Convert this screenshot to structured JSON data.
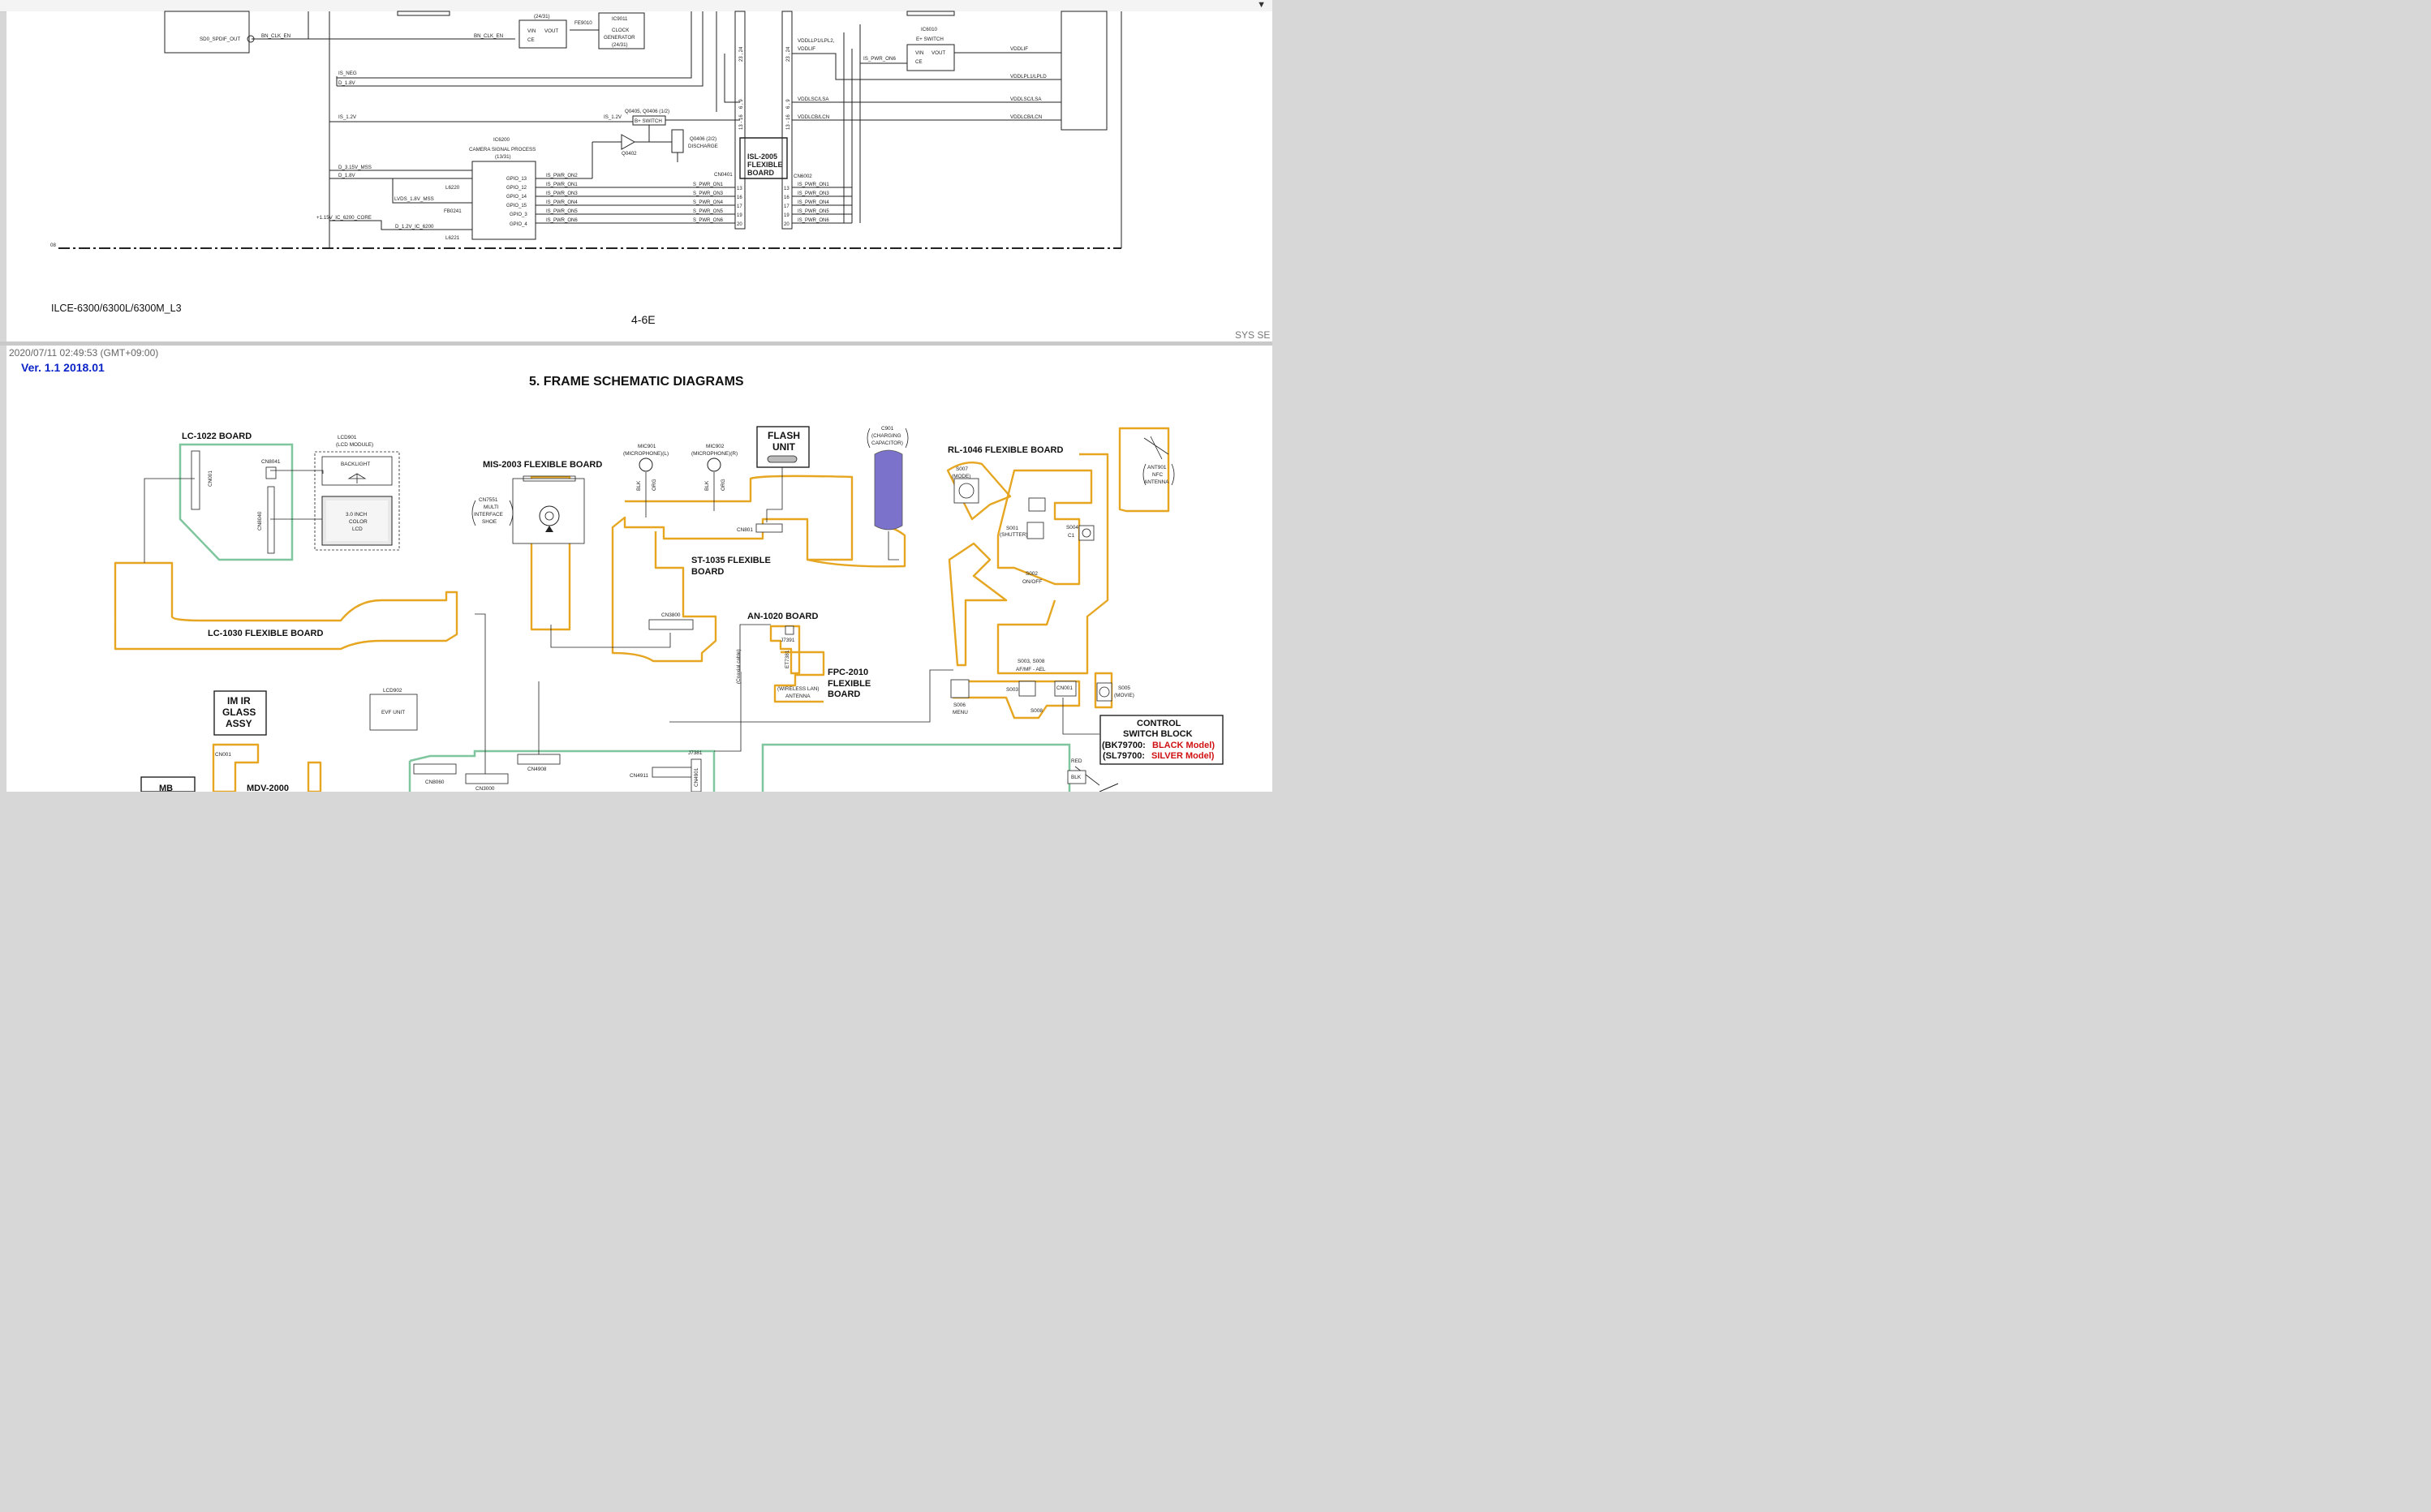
{
  "viewer": {
    "timestamp": "2020/07/11 02:49:53 (GMT+09:00)",
    "version": "Ver. 1.1 2018.01",
    "header_clip": "SYS SE"
  },
  "page_top": {
    "model": "ILCE-6300/6300L/6300M_L3",
    "page_number": "4-6E",
    "row_label": "08",
    "labels": {
      "sd0_spdif": "SD0_SPDIF_OUT",
      "bn_clk_en": "BN_CLK_EN",
      "bn_clk_en2": "BN_CLK_EN",
      "sheet_2431": "(24/31)",
      "fe9010": "FE9010",
      "ic9011": "IC9011",
      "clock_gen": "CLOCK",
      "clock_gen2": "GENERATOR",
      "clock_sheet": "(24/31)",
      "vin": "VIN",
      "vout": "VOUT",
      "ce": "CE",
      "is_neg": "IS_NEG",
      "d_18v": "D_1.8V",
      "is_12v": "IS_1.2V",
      "is_12v_b": "IS_1.2V",
      "q0405": "Q0405, Q0406 (1/2)",
      "bplus": "B+ SWITCH",
      "q0402": "Q0402",
      "q0406": "Q0406 (2/2)",
      "discharge": "DISCHARGE",
      "ic6200": "IC6200",
      "csp": "CAMERA SIGNAL PROCESS",
      "csp_sheet": "(13/31)",
      "d_315v": "D_3.15V_MSS",
      "d_18v_b": "D_1.8V",
      "l6220": "L6220",
      "lvds": "LVDS_1.8V_MSS",
      "fb0241": "FB0241",
      "core": "+1.15V_IC_6200_CORE",
      "d_12v_ic": "D_1.2V_IC_6200",
      "l6221": "L6221",
      "isl": "ISL-2005",
      "isl2": "FLEXIBLE",
      "isl3": "BOARD",
      "cn0401": "CN0401",
      "cn6002": "CN6002",
      "ic6010": "IC6010",
      "eplus": "E+ SWITCH",
      "is_pwr_on6": "IS_PWR_ON6",
      "vddllp": "VDDLLP1/LPL2,",
      "vddlif": "VDDLIF",
      "vddlif_r": "VDDLIF",
      "vddlpl": "VDDLPL1/LPLD",
      "vddlsc": "VDDLSC/LSA",
      "vddlsc_r": "VDDLSC/LSA",
      "vddlcb": "VDDLCB/LCN",
      "vddlcb_r": "VDDLCB/LCN",
      "pins_a": "23 , 24",
      "pins_b": "6 , 9",
      "pins_c": "13 - 16",
      "gpio": [
        "GPIO_13",
        "GPIO_12",
        "GPIO_14",
        "GPIO_15",
        "GPIO_3",
        "GPIO_4"
      ],
      "gpio_nets": [
        "IS_PWR_ON2",
        "IS_PWR_ON1",
        "IS_PWR_ON3",
        "IS_PWR_ON4",
        "IS_PWR_ON5",
        "IS_PWR_ON6"
      ],
      "s_pwr": [
        "S_PWR_ON1",
        "S_PWR_ON3",
        "S_PWR_ON4",
        "S_PWR_ON5",
        "S_PWR_ON6"
      ],
      "conn_pins": [
        "13",
        "16",
        "17",
        "19",
        "20"
      ]
    }
  },
  "page_bottom": {
    "title": "5. FRAME SCHEMATIC DIAGRAMS",
    "boards": {
      "lc1022": "LC-1022 BOARD",
      "lc1030": "LC-1030 FLEXIBLE BOARD",
      "mis2003": "MIS-2003 FLEXIBLE BOARD",
      "st1035a": "ST-1035 FLEXIBLE",
      "st1035b": "BOARD",
      "an1020": "AN-1020 BOARD",
      "fpc2010a": "FPC-2010",
      "fpc2010b": "FLEXIBLE",
      "fpc2010c": "BOARD",
      "rl1046": "RL-1046 FLEXIBLE BOARD",
      "mdv": "MDV-2000",
      "mb": "MB"
    },
    "parts": {
      "lcd901": "LCD901",
      "lcd901b": "(LCD MODULE)",
      "backlight": "BACKLIGHT",
      "lcd_a": "3.0 INCH",
      "lcd_b": "COLOR",
      "lcd_c": "LCD",
      "cn001": "CN001",
      "cn8041": "CN8041",
      "cn8040": "CN8040",
      "cn7551": "CN7551",
      "multi1": "MULTI",
      "multi2": "INTERFACE",
      "multi3": "SHOE",
      "mic901": "MIC901",
      "mic901b": "(MICROPHONE)(L)",
      "mic902": "MIC902",
      "mic902b": "(MICROPHONE)(R)",
      "blk": "BLK",
      "org": "ORG",
      "flash1": "FLASH",
      "flash2": "UNIT",
      "cn801": "CN801",
      "c901": "C901",
      "c901b": "(CHARGING",
      "c901c": "CAPACITOR)",
      "cn3800": "CN3800",
      "coax": "(Coaxial cable)",
      "j7391": "J7391",
      "et7381": "ET7381",
      "wlan1": "(WIRELESS LAN)",
      "wlan2": "ANTENNA",
      "s007": "S007",
      "s007b": "(MODE)",
      "s001": "S001",
      "s001b": "(SHUTTER)",
      "s004": "S004",
      "c1": "C1",
      "s002": "S002",
      "onoff": "ON/OFF",
      "ant901": "ANT901",
      "ant2": "NFC",
      "ant3": "ANTENNA",
      "s003": "S003, S008",
      "afmf": "AF/MF - AEL",
      "s003b": "S003",
      "s008": "S008",
      "cn001b": "CN001",
      "s005": "S005",
      "s005b": "(MOVIE)",
      "s006": "S006",
      "menu": "MENU",
      "im1": "IM IR",
      "im2": "GLASS",
      "im3": "ASSY",
      "lcd902": "LCD902",
      "evf": "EVF UNIT",
      "cn8060": "CN8060",
      "cn3000": "CN3000",
      "cn4908": "CN4908",
      "cn4911": "CN4911",
      "cn4901": "CN4901",
      "j7381": "J7381",
      "red": "RED",
      "blk2": "BLK",
      "ctrl1": "CONTROL",
      "ctrl2": "SWITCH BLOCK",
      "bk_code": "(BK79700:",
      "bk_model": "BLACK Model)",
      "sl_code": "(SL79700:",
      "sl_model": "SILVER Model)"
    },
    "colors": {
      "flex": "#e6a621",
      "rigid": "#7fc59d",
      "capacitor": "#7b72cc",
      "model_red": "#d01010"
    }
  }
}
